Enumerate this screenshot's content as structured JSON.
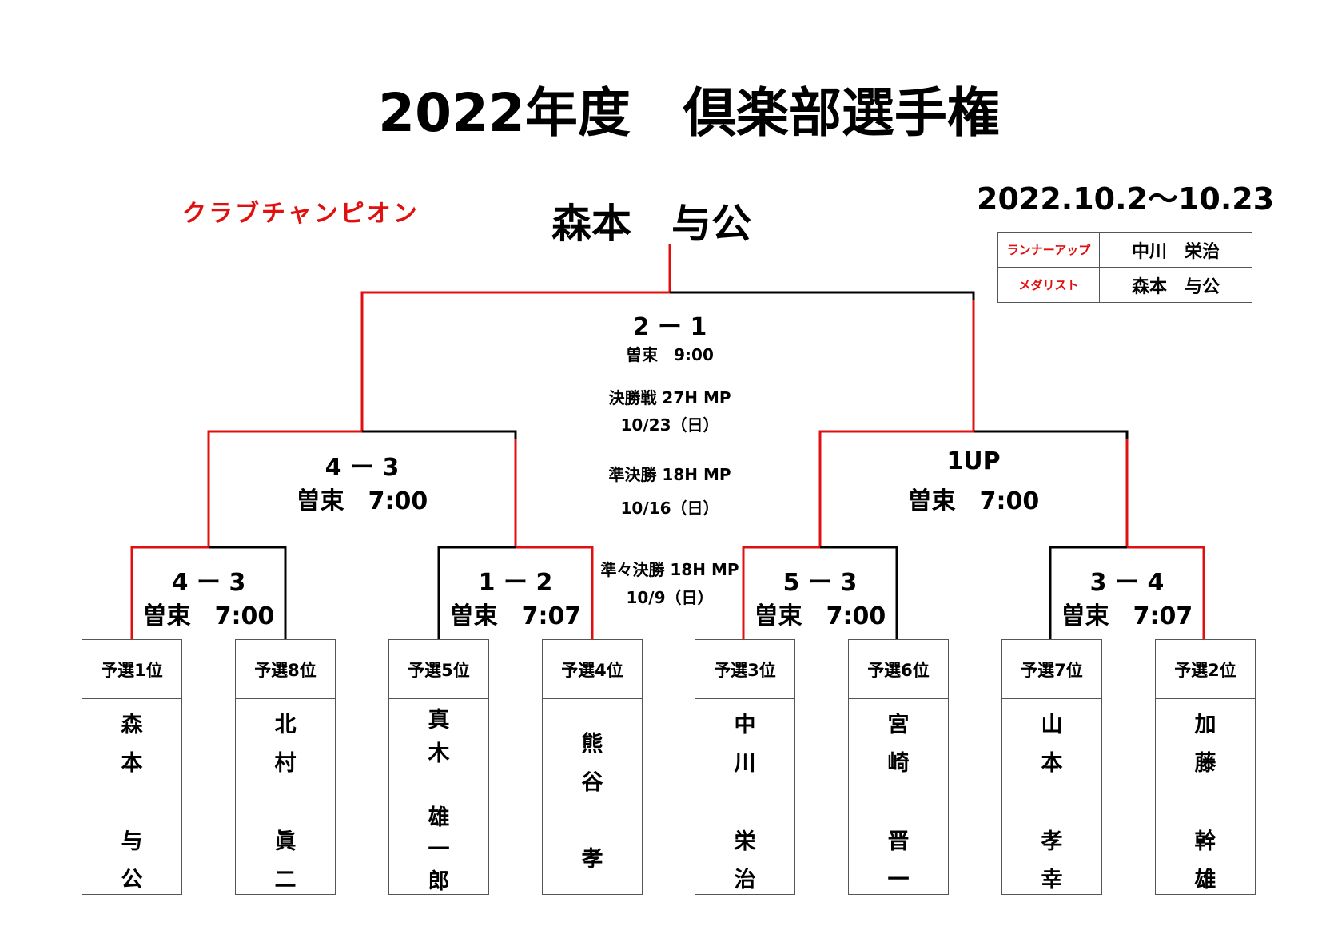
{
  "title": "2022年度　倶楽部選手権",
  "champion_label": "クラブチャンピオン",
  "champion_name": "森本　与公",
  "date_range": "2022.10.2～10.23",
  "awards": [
    {
      "label": "ランナーアップ",
      "name": "中川　栄治"
    },
    {
      "label": "メダリスト",
      "name": "森本　与公"
    }
  ],
  "colors": {
    "winner_line": "#e01010",
    "loser_line": "#000000",
    "accent_text": "#e01010"
  },
  "rounds": [
    {
      "name": "決勝戦 27H MP",
      "date": "10/23（日）"
    },
    {
      "name": "準決勝 18H MP",
      "date": "10/16（日）"
    },
    {
      "name": "準々決勝 18H MP",
      "date": "10/9（日）"
    }
  ],
  "final": {
    "score": "2 ー 1",
    "time": "曽束　9:00"
  },
  "semifinals": [
    {
      "score": "4 ー 3",
      "time": "曽束　7:00"
    },
    {
      "score": "1UP",
      "time": "曽束　7:00"
    }
  ],
  "quarterfinals": [
    {
      "score": "4 ー 3",
      "time": "曽束　7:00"
    },
    {
      "score": "1 ー 2",
      "time": "曽束　7:07"
    },
    {
      "score": "5 ー 3",
      "time": "曽束　7:00"
    },
    {
      "score": "3 ー 4",
      "time": "曽束　7:07"
    }
  ],
  "players": [
    {
      "seed": "予選1位",
      "chars": [
        "森",
        "本",
        "与",
        "公"
      ]
    },
    {
      "seed": "予選8位",
      "chars": [
        "北",
        "村",
        "眞",
        "二"
      ]
    },
    {
      "seed": "予選5位",
      "chars": [
        "真",
        "木",
        "雄",
        "一",
        "郎"
      ]
    },
    {
      "seed": "予選4位",
      "chars": [
        "熊",
        "谷",
        "孝"
      ]
    },
    {
      "seed": "予選3位",
      "chars": [
        "中",
        "川",
        "栄",
        "治"
      ]
    },
    {
      "seed": "予選6位",
      "chars": [
        "宮",
        "崎",
        "晋",
        "一"
      ]
    },
    {
      "seed": "予選7位",
      "chars": [
        "山",
        "本",
        "孝",
        "幸"
      ]
    },
    {
      "seed": "予選2位",
      "chars": [
        "加",
        "藤",
        "幹",
        "雄"
      ]
    }
  ]
}
